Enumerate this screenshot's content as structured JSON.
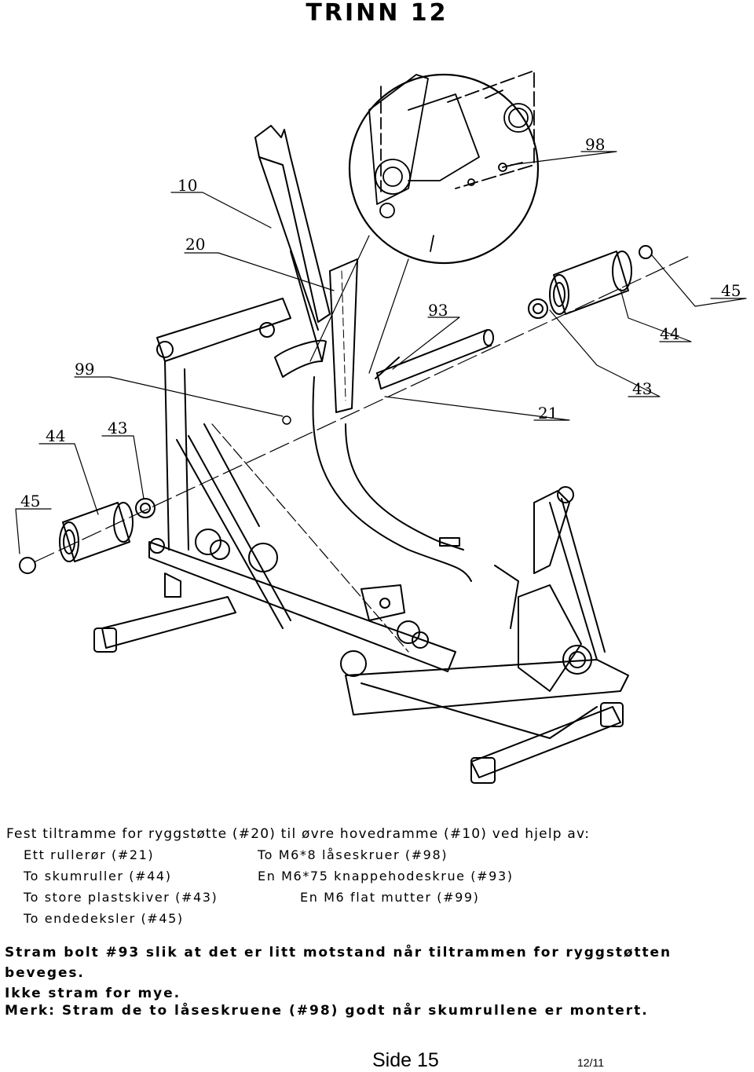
{
  "page": {
    "title": "TRINN 12"
  },
  "diagram": {
    "callouts": [
      "10",
      "20",
      "93",
      "98",
      "99",
      "44",
      "43",
      "45",
      "21",
      "45",
      "44",
      "43"
    ],
    "line_color": "#000000"
  },
  "text": {
    "intro": "Fest tiltramme for ryggstøtte (#20) til øvre hovedramme (#10) ved hjelp av:",
    "parts": [
      {
        "left": "Ett rullerør (#21)",
        "right": "To M6*8 låseskruer (#98)"
      },
      {
        "left": "To skumruller (#44)",
        "right": "En M6*75 knappehodeskrue (#93)"
      },
      {
        "left": "To store plastskiver (#43)",
        "right": "En M6 flat mutter (#99)"
      },
      {
        "left": "To endedeksler (#45)",
        "right": ""
      }
    ],
    "note_line1": "Stram bolt #93 slik at det er litt motstand når tiltrammen for ryggstøtten beveges.",
    "note_line2": "Ikke stram for mye.",
    "merk": "Merk: Stram de to låseskruene (#98) godt når skumrullene er montert."
  },
  "footer": {
    "page": "Side 15",
    "date": "12/11"
  }
}
